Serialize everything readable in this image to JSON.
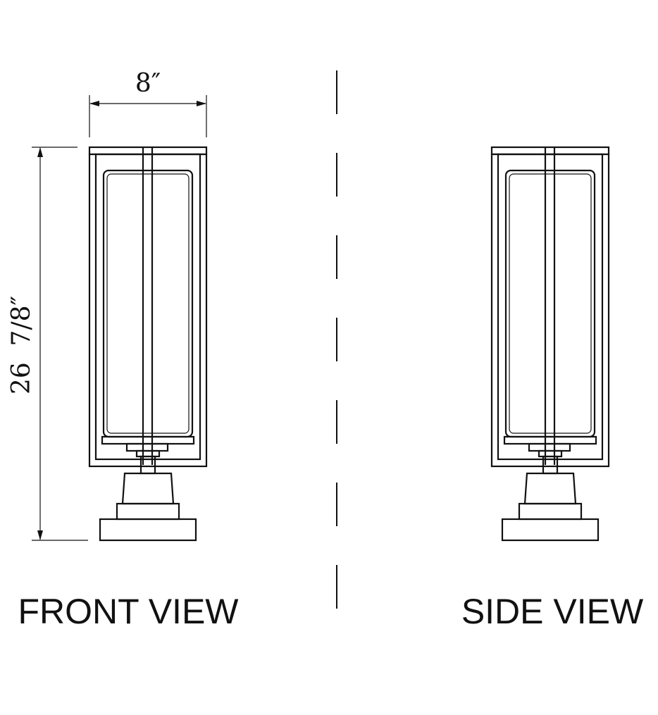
{
  "dimensions": {
    "width": "8″",
    "height": "26  7/8″"
  },
  "labels": {
    "front": "FRONT VIEW",
    "side": "SIDE VIEW"
  }
}
